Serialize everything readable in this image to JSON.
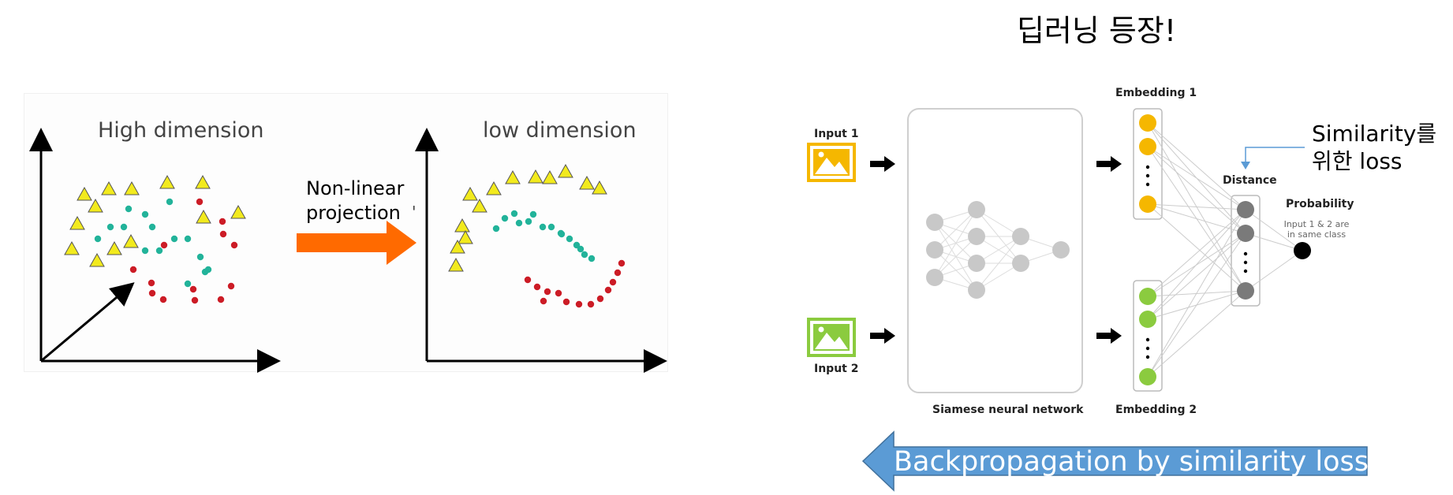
{
  "title": "딥러닝 등장!",
  "left": {
    "high_title": "High dimension",
    "low_title": "low dimension",
    "projection_label": [
      "Non-linear",
      "projection"
    ]
  },
  "right": {
    "input1": "Input 1",
    "input2": "Input 2",
    "embedding1": "Embedding 1",
    "embedding2": "Embedding 2",
    "distance": "Distance",
    "probability": "Probability",
    "probability_sub": "Input 1 & 2 are in same class",
    "siamese": "Siamese neural network",
    "note": [
      "Similarity를",
      "위한 loss"
    ],
    "backprop": "Backpropagation by similarity loss"
  },
  "colors": {
    "triangle": "#f2ea1d",
    "teal": "#22b39a",
    "red": "#cc1c26",
    "orange_arrow": "#ff6a00",
    "yellow": "#f5b700",
    "green": "#8bcb3f",
    "gray_node": "#c8c8c8",
    "dark_node": "#7a7a7a",
    "blue_arrow": "#5b9bd5"
  }
}
